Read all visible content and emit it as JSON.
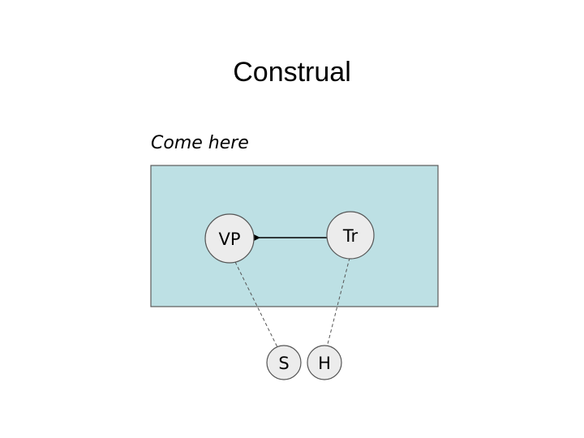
{
  "slide": {
    "title": "Construal",
    "subtitle": "Come here"
  },
  "colors": {
    "frame_fill": "#bde0e4",
    "frame_stroke": "#5a5a5a",
    "node_fill": "#ececec",
    "node_stroke": "#555555",
    "arrow": "#000000",
    "dashed_line": "#555555"
  },
  "diagram": {
    "nodes": {
      "vp": "VP",
      "tr": "Tr",
      "s": "S",
      "h": "H"
    }
  }
}
